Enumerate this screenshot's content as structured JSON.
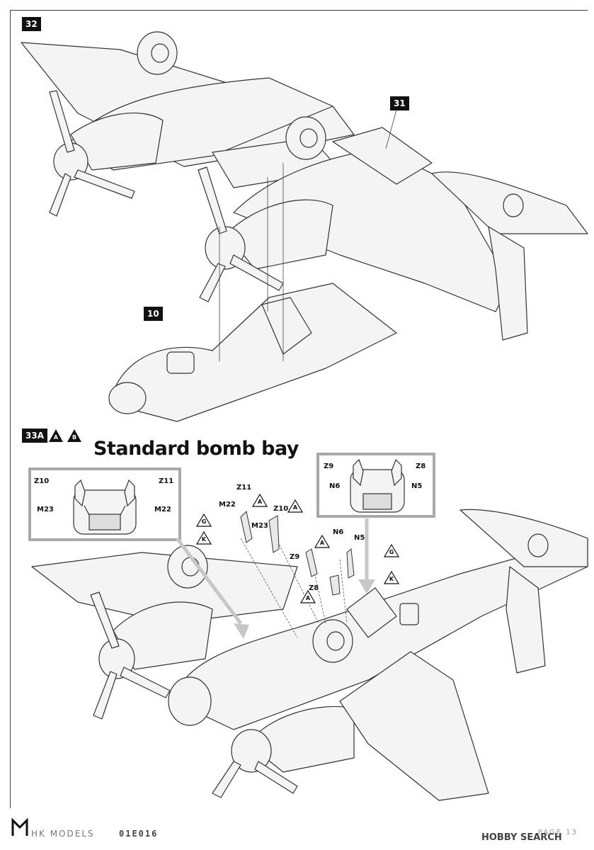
{
  "steps": {
    "s32": "32",
    "s31": "31",
    "s10": "10",
    "s33a": "33A"
  },
  "versions": [
    "A",
    "B"
  ],
  "section_title": "Standard bomb bay",
  "left_inset": {
    "z10": "Z10",
    "z11": "Z11",
    "m23": "M23",
    "m22": "M22"
  },
  "right_inset": {
    "z9": "Z9",
    "z8": "Z8",
    "n6": "N6",
    "n5": "N5"
  },
  "parts": {
    "z11": "Z11",
    "m22": "M22",
    "z10": "Z10",
    "m23": "M23",
    "n6": "N6",
    "n5": "N5",
    "z9": "Z9",
    "z8": "Z8"
  },
  "callouts": [
    "A",
    "G",
    "K",
    "A",
    "A",
    "G",
    "K",
    "A"
  ],
  "footer": {
    "brand": "HK MODELS",
    "code": "01E016",
    "page": "PAGE 13"
  },
  "watermark": "HOBBY SEARCH"
}
